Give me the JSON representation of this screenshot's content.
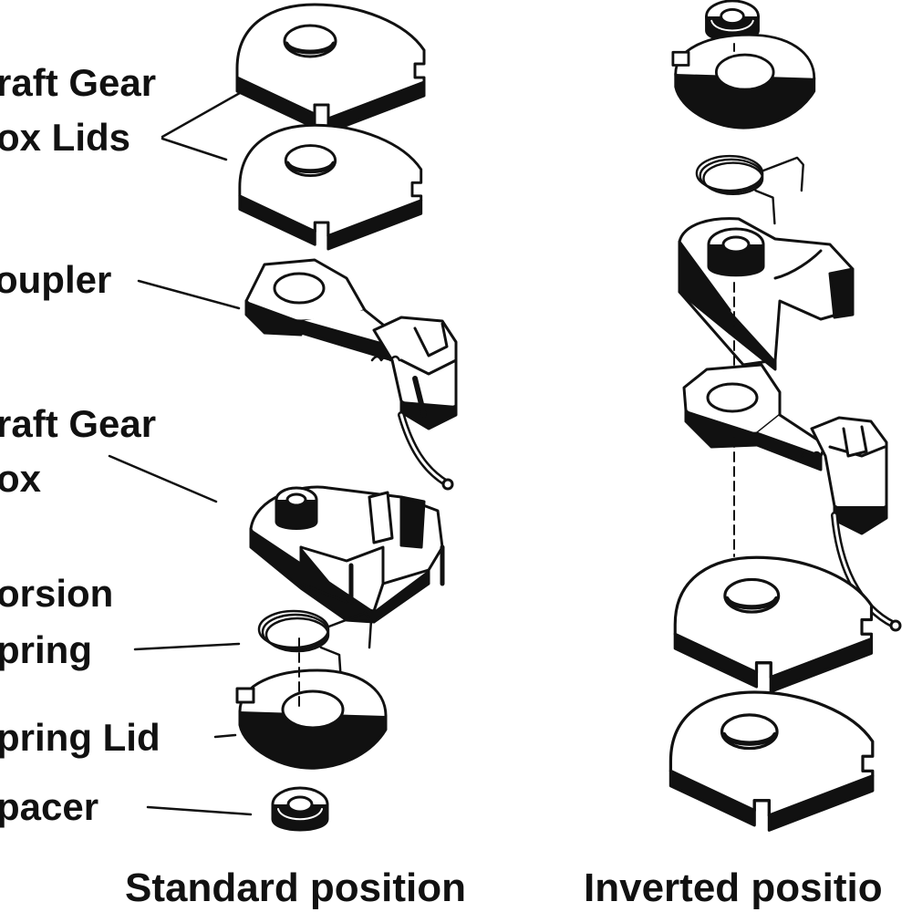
{
  "labels": {
    "draft_gear_box_lids": [
      "raft Gear",
      "ox Lids"
    ],
    "coupler": "oupler",
    "draft_gear_box": [
      "raft Gear",
      "ox"
    ],
    "torsion_spring": [
      "orsion",
      "pring"
    ],
    "spring_lid": "pring Lid",
    "spacer": "pacer"
  },
  "captions": {
    "standard": "Standard position",
    "inverted": "Inverted positio"
  }
}
